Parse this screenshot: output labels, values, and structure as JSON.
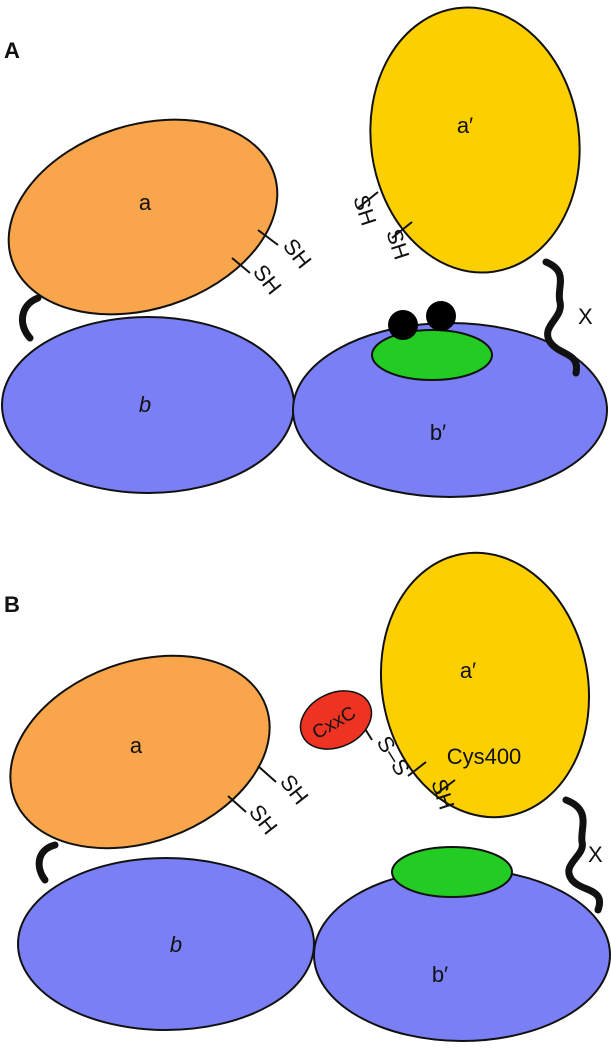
{
  "colors": {
    "domain_a": "#f8a54b",
    "domain_b": "#7a7ff5",
    "domain_a_prime": "#fcd000",
    "hydrophobic_pocket": "#22cc22",
    "substrate": "#000000",
    "cxxc": "#ee3322",
    "outline": "#111111"
  },
  "panel_a": {
    "label": "A",
    "domain_a": "a",
    "domain_b": "b",
    "domain_a_prime": "a′",
    "domain_b_prime": "b′",
    "linker": "X",
    "thiol": "SH"
  },
  "panel_b": {
    "label": "B",
    "domain_a": "a",
    "domain_b": "b",
    "domain_a_prime": "a′",
    "domain_b_prime": "b′",
    "linker": "X",
    "thiol": "SH",
    "cysteine": "Cys400",
    "disulfide": "S–S",
    "partner": "CxxC"
  }
}
